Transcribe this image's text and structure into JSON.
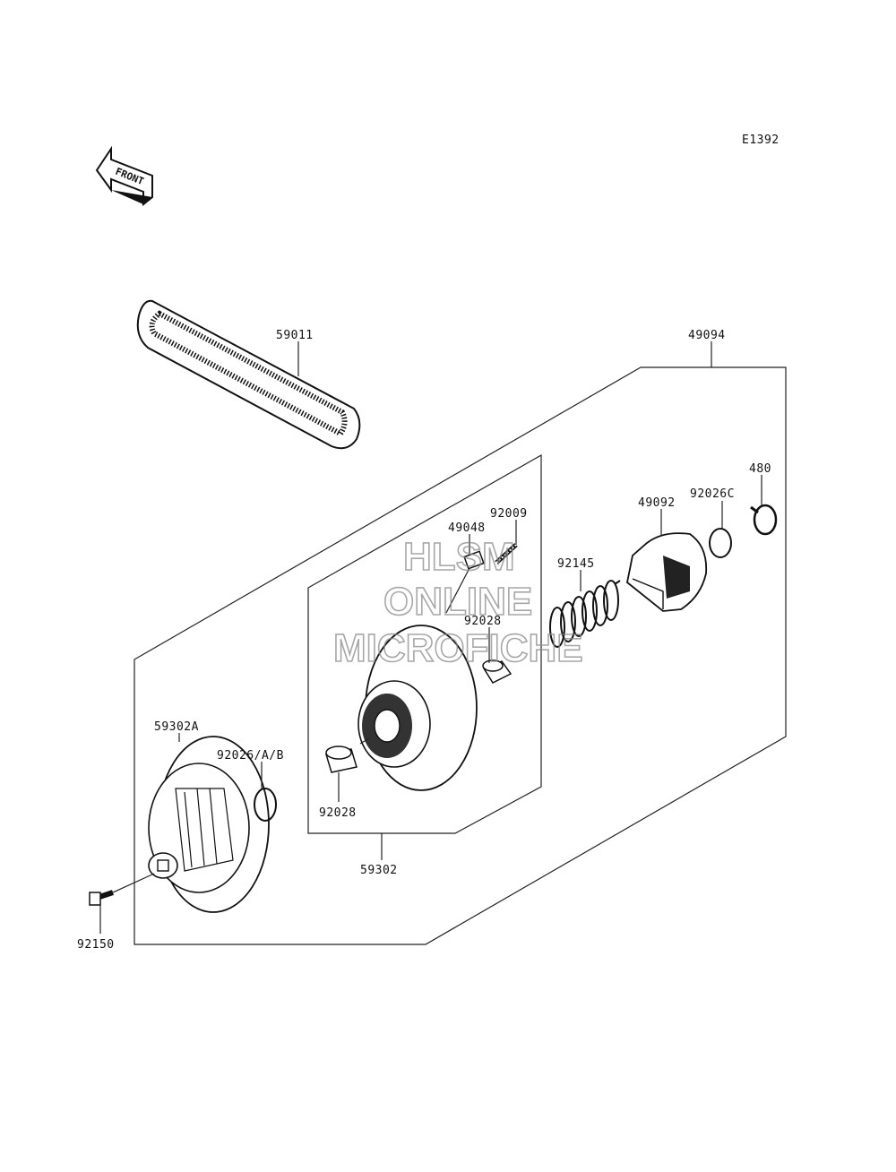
{
  "diagram_code": "E1392",
  "front_arrow": {
    "text": "FRONT",
    "icon": "front-arrow-icon"
  },
  "watermark": {
    "line1": "HLSM",
    "line2": "ONLINE",
    "line3": "MICROFICHE"
  },
  "labels": {
    "p59011": "59011",
    "p49094": "49094",
    "p480": "480",
    "p92026c": "92026C",
    "p49092": "49092",
    "p92009": "92009",
    "p49048": "49048",
    "p92145": "92145",
    "p92028_top": "92028",
    "p59302a": "59302A",
    "p92026ab": "92026/A/B",
    "p92028_bottom": "92028",
    "p59302": "59302",
    "p92150": "92150"
  }
}
